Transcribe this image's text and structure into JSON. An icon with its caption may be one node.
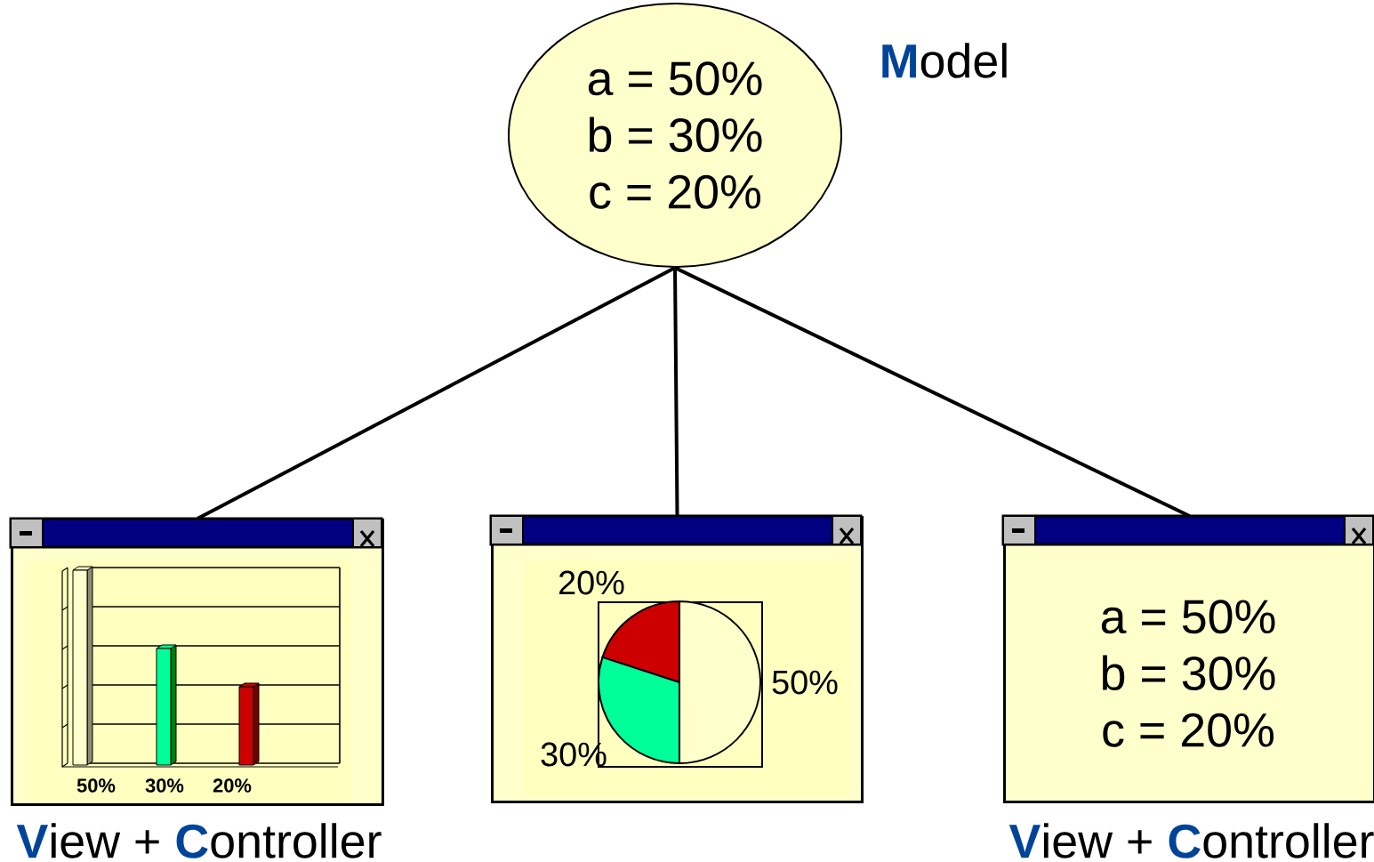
{
  "diagram": {
    "nodes": [
      {
        "text": [
          "a = 50%",
          "b = 30%",
          "c = 20%"
        ],
        "beside": [
          "**M**odel"
        ]
      },
      {
        "text": [
          "50%",
          "30%",
          "20%"
        ],
        "beside": [
          "**V**iew + **C**ontroller"
        ]
      },
      {
        "text": [
          "20%",
          "50%",
          "30%"
        ]
      },
      {
        "text": [
          "a = 50%",
          "b = 30%",
          "c = 20%"
        ],
        "beside": [
          "**V**iew + **C**ontroller"
        ]
      }
    ],
    "edges": [
      {
        "from": 0,
        "to": 1,
        "arrow": "none"
      },
      {
        "from": 0,
        "to": 2,
        "arrow": "none"
      },
      {
        "from": 0,
        "to": 3,
        "arrow": "none"
      }
    ]
  }
}
